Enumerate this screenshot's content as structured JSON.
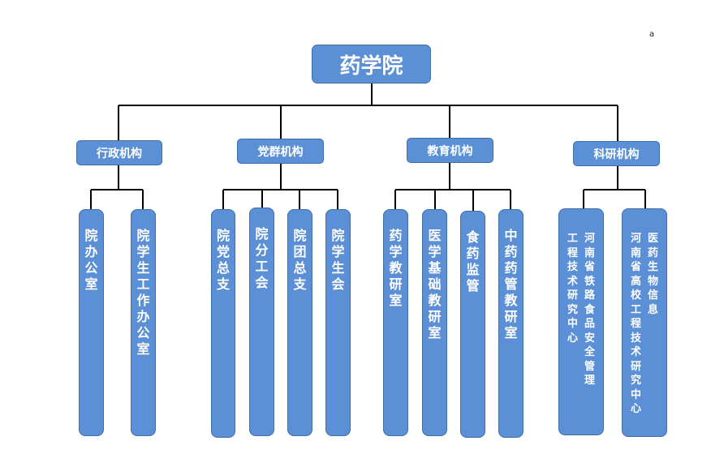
{
  "corner_mark": "a",
  "root": {
    "label": "药学院"
  },
  "categories": [
    {
      "label": "行政机构",
      "children": [
        {
          "cols": [
            "院办公室"
          ]
        },
        {
          "cols": [
            "院学生工作办公室"
          ]
        }
      ]
    },
    {
      "label": "党群机构",
      "children": [
        {
          "cols": [
            "院党总支"
          ]
        },
        {
          "cols": [
            "院分工会"
          ]
        },
        {
          "cols": [
            "院团总支"
          ]
        },
        {
          "cols": [
            "院学生会"
          ]
        }
      ]
    },
    {
      "label": "教育机构",
      "children": [
        {
          "cols": [
            "药学教研室"
          ]
        },
        {
          "cols": [
            "医学基础教研室"
          ]
        },
        {
          "cols": [
            "食药监管"
          ]
        },
        {
          "cols": [
            "中药药管教研室"
          ]
        }
      ]
    },
    {
      "label": "科研机构",
      "children": [
        {
          "cols": [
            "河南省铁路食品安全管理",
            "工程技术研究中心"
          ]
        },
        {
          "cols": [
            "医药生物信息",
            "河南省高校工程技术研究中心"
          ]
        }
      ]
    }
  ]
}
